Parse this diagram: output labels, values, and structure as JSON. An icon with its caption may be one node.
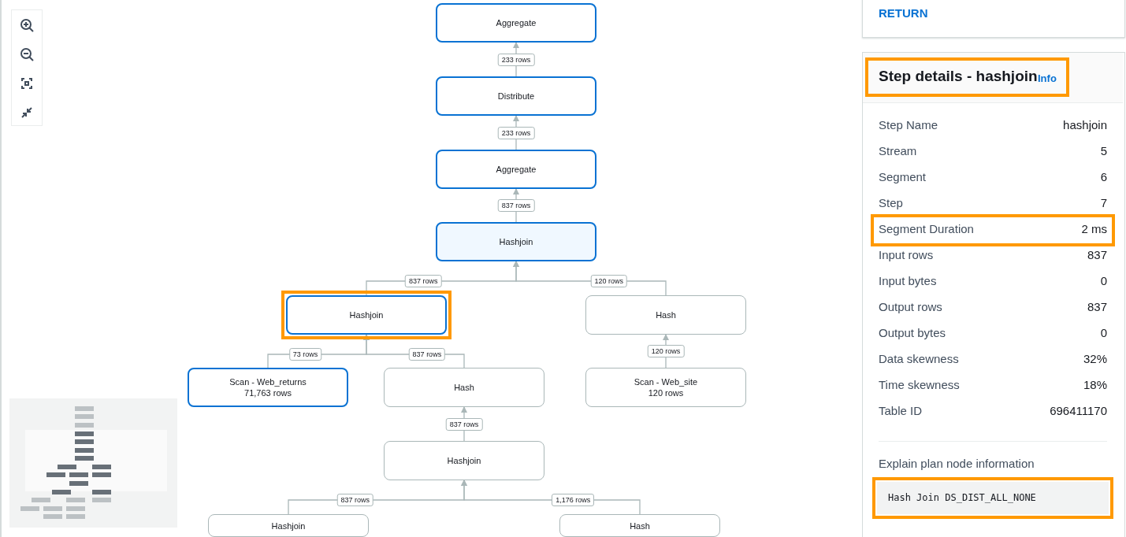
{
  "diagram": {
    "nodes": [
      {
        "text": [
          "Aggregate"
        ]
      },
      {
        "text": [
          "Distribute"
        ]
      },
      {
        "text": [
          "Aggregate"
        ]
      },
      {
        "text": [
          "Hashjoin"
        ]
      },
      {
        "text": [
          "Hashjoin"
        ]
      },
      {
        "text": [
          "Hash"
        ]
      },
      {
        "text": [
          "Scan - Web_returns",
          "71,763 rows"
        ]
      },
      {
        "text": [
          "Hash"
        ]
      },
      {
        "text": [
          "Scan - Web_site",
          "120 rows"
        ]
      },
      {
        "text": [
          "Hashjoin"
        ]
      },
      {
        "text": [
          "Hashjoin"
        ]
      },
      {
        "text": [
          "Hash"
        ]
      }
    ],
    "edges": [
      {
        "from": 1,
        "to": 0,
        "arrow": "to",
        "label": "233 rows"
      },
      {
        "from": 2,
        "to": 1,
        "arrow": "to",
        "label": "233 rows"
      },
      {
        "from": 3,
        "to": 2,
        "arrow": "to",
        "label": "837 rows"
      },
      {
        "from": 4,
        "to": 3,
        "arrow": "to",
        "label": "837 rows"
      },
      {
        "from": 5,
        "to": 3,
        "arrow": "to",
        "label": "120 rows"
      },
      {
        "from": 6,
        "to": 4,
        "arrow": "to",
        "label": "73 rows"
      },
      {
        "from": 7,
        "to": 4,
        "arrow": "to",
        "label": "837 rows"
      },
      {
        "from": 8,
        "to": 5,
        "arrow": "to",
        "label": "120 rows"
      },
      {
        "from": 9,
        "to": 7,
        "arrow": "to",
        "label": "837 rows"
      },
      {
        "from": 10,
        "to": 9,
        "arrow": "to",
        "label": "837 rows"
      },
      {
        "from": 11,
        "to": 9,
        "arrow": "to",
        "label": "1,176 rows"
      }
    ],
    "labels": [
      "RETURN",
      "Step details - hashjoin",
      "Info",
      "Step Name",
      "hashjoin",
      "Stream",
      "5",
      "Segment",
      "6",
      "Step",
      "7",
      "Segment Duration",
      "2 ms",
      "Input rows",
      "837",
      "Input bytes",
      "0",
      "Output rows",
      "837",
      "Output bytes",
      "0",
      "Data skewness",
      "32%",
      "Time skewness",
      "18%",
      "Table ID",
      "696411170",
      "Explain plan node information",
      "Hash Join DS_DIST_ALL_NONE"
    ]
  }
}
